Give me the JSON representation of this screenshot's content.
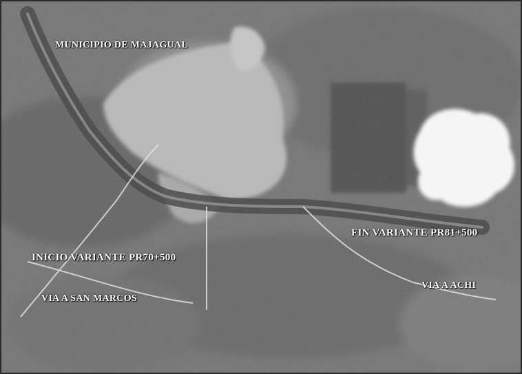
{
  "map": {
    "labels": {
      "municipio": "MUNICIPIO DE MAJAGUAL",
      "fin_variante": "FIN VARIANTE PR81+500",
      "inicio_variante": "INICIO VARIANTE PR70+500",
      "via_san_marcos": "VIA A SAN MARCOS",
      "via_achi": "VIA A ACHI"
    },
    "colors": {
      "terrain_dark": "#5a5a5a",
      "terrain_mid": "#7f7f7f",
      "urban_light": "#c9c9c9",
      "cloud": "#ffffff",
      "road_line": "#e8e8e8"
    }
  }
}
